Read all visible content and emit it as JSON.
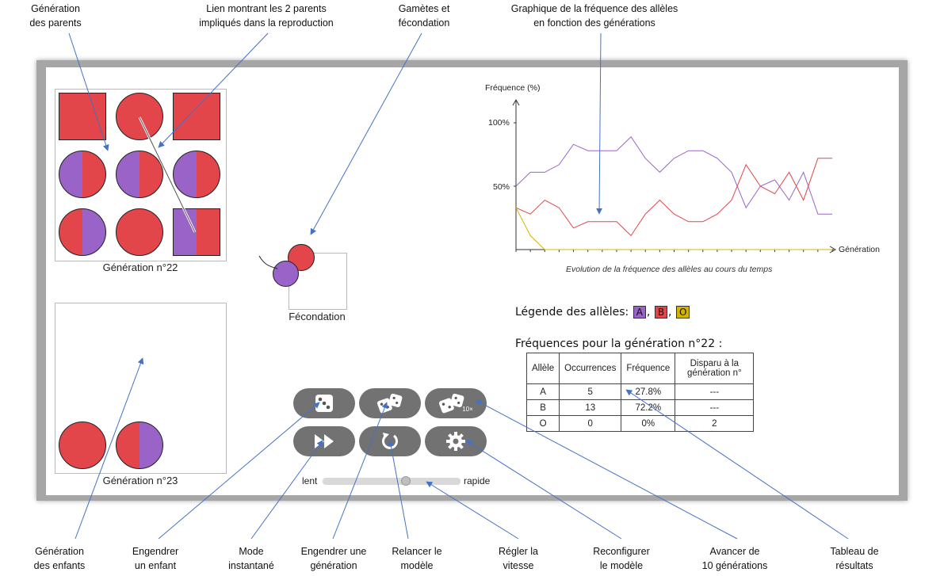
{
  "callouts": {
    "generation_parents": "Génération\ndes parents",
    "link_parents": "Lien montrant les 2 parents\nimpliqués dans la reproduction",
    "gametes": "Gamètes et\nfécondation",
    "chart_desc": "Graphique de la fréquence des allèles\nen fonction des générations",
    "generation_children": "Génération\ndes enfants",
    "spawn_child": "Engendrer\nun enfant",
    "instant_mode": "Mode\ninstantané",
    "spawn_generation": "Engendrer une\ngénération",
    "restart_model": "Relancer le\nmodèle",
    "set_speed": "Régler la\nvitesse",
    "reconfigure": "Reconfigurer\nle modèle",
    "advance_10": "Avancer de\n10 générations",
    "results_table": "Tableau de\nrésultats"
  },
  "colors": {
    "red": "#e2454a",
    "purple": "#9a63c8",
    "yellow": "#d4b400",
    "button": "#727272"
  },
  "parents": {
    "label": "Génération n°22",
    "cells": [
      {
        "shape": "square",
        "left": "red",
        "right": "red"
      },
      {
        "shape": "circle",
        "left": "red",
        "right": "red"
      },
      {
        "shape": "square",
        "left": "red",
        "right": "red"
      },
      {
        "shape": "circle",
        "left": "purple",
        "right": "red"
      },
      {
        "shape": "circle",
        "left": "purple",
        "right": "red"
      },
      {
        "shape": "circle",
        "left": "purple",
        "right": "red"
      },
      {
        "shape": "circle",
        "left": "red",
        "right": "purple"
      },
      {
        "shape": "circle",
        "left": "red",
        "right": "red"
      },
      {
        "shape": "square",
        "left": "purple",
        "right": "red"
      }
    ]
  },
  "children": {
    "label": "Génération n°23",
    "cells": [
      {
        "shape": "circle",
        "left": "red",
        "right": "red"
      },
      {
        "shape": "circle",
        "left": "red",
        "right": "purple"
      }
    ]
  },
  "fecondation": {
    "label": "Fécondation"
  },
  "controls": {
    "row1": [
      "dice-one-icon",
      "dice-two-icon",
      "dice-ten-icon"
    ],
    "ten_badge": "10×",
    "speed_slow": "lent",
    "speed_fast": "rapide",
    "speed_value": 0.6
  },
  "chart_data": {
    "type": "line",
    "ylabel": "Fréquence (%)",
    "xlabel": "Génération",
    "yticks": [
      "100%",
      "50%"
    ],
    "caption": "Evolution de la fréquence des allèles au cours du temps",
    "ylim": [
      0,
      115
    ],
    "x": [
      0,
      1,
      2,
      3,
      4,
      5,
      6,
      7,
      8,
      9,
      10,
      11,
      12,
      13,
      14,
      15,
      16,
      17,
      18,
      19,
      20,
      21,
      22
    ],
    "series": [
      {
        "name": "A",
        "color": "#9a63c8",
        "values": [
          50,
          61,
          61,
          67,
          83,
          78,
          78,
          78,
          89,
          72,
          61,
          72,
          78,
          78,
          72,
          61,
          33,
          50,
          55,
          39,
          61,
          28,
          28
        ]
      },
      {
        "name": "B",
        "color": "#e2454a",
        "values": [
          33,
          28,
          39,
          33,
          17,
          22,
          22,
          22,
          11,
          28,
          39,
          28,
          22,
          22,
          28,
          39,
          67,
          50,
          44,
          61,
          39,
          72,
          72
        ]
      },
      {
        "name": "O",
        "color": "#d4b400",
        "values": [
          33,
          11,
          0,
          0,
          0,
          0,
          0,
          0,
          0,
          0,
          0,
          0,
          0,
          0,
          0,
          0,
          0,
          0,
          0,
          0,
          0,
          0,
          0
        ]
      }
    ]
  },
  "legend": {
    "title": "Légende des allèles:",
    "items": [
      "A",
      "B",
      "O"
    ]
  },
  "table": {
    "title": "Fréquences pour la génération n°22 :",
    "headers": [
      "Allèle",
      "Occurrences",
      "Fréquence",
      "Disparu à la génération n°"
    ],
    "rows": [
      [
        "A",
        "5",
        "27.8%",
        "---"
      ],
      [
        "B",
        "13",
        "72.2%",
        "---"
      ],
      [
        "O",
        "0",
        "0%",
        "2"
      ]
    ]
  }
}
